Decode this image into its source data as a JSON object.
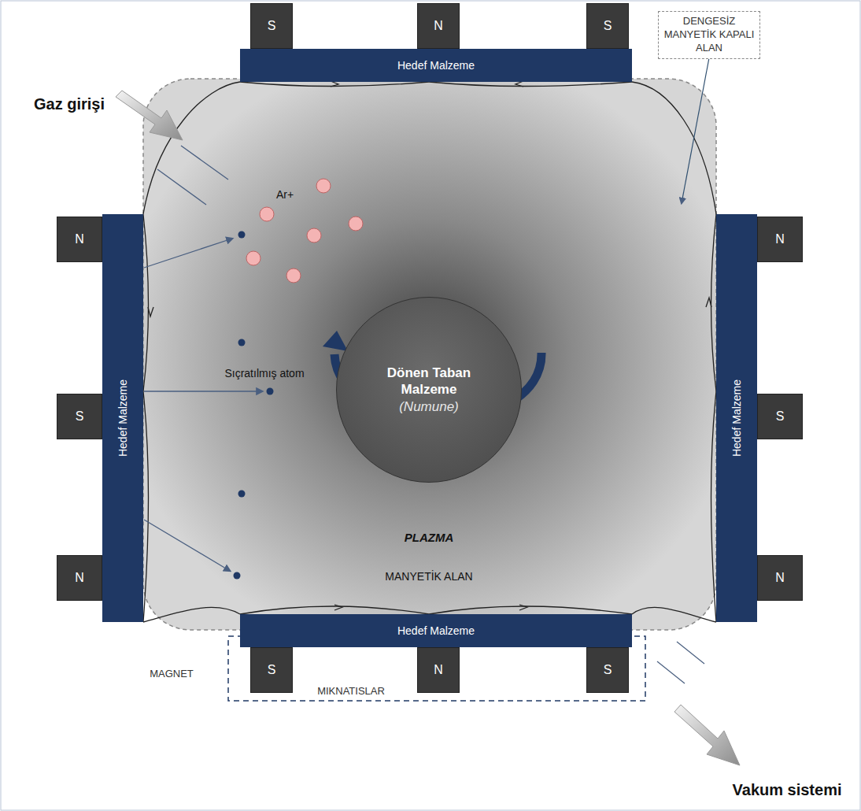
{
  "diagram": {
    "nodes": [
      {
        "text": [
          "Hedef Malzeme"
        ]
      },
      {
        "text": [
          "Hedef Malzeme"
        ]
      },
      {
        "text": [
          "Hedef Malzeme"
        ]
      },
      {
        "text": [
          "Hedef Malzeme"
        ]
      },
      {
        "text": [
          "S"
        ]
      },
      {
        "text": [
          "N"
        ]
      },
      {
        "text": [
          "S"
        ]
      },
      {
        "text": [
          "N"
        ]
      },
      {
        "text": [
          "S"
        ]
      },
      {
        "text": [
          "N"
        ]
      },
      {
        "text": [
          "N"
        ]
      },
      {
        "text": [
          "S"
        ]
      },
      {
        "text": [
          "N"
        ]
      },
      {
        "text": [
          "S"
        ]
      },
      {
        "text": [
          "N"
        ]
      },
      {
        "text": [
          "S"
        ]
      },
      {
        "text": [
          "Dönen Taban Malzeme",
          "(Numune)"
        ]
      },
      {
        "text": [
          "DENGESİZ MANYETİK KAPALI ALAN"
        ]
      }
    ],
    "labels": [
      "Gaz girişi",
      "Ar+",
      "Sıçratılmış atom",
      "PLAZMA",
      "MANYETİK ALAN",
      "Vakum sistemi",
      "MAGNET",
      "MIKNATISLAR"
    ]
  }
}
